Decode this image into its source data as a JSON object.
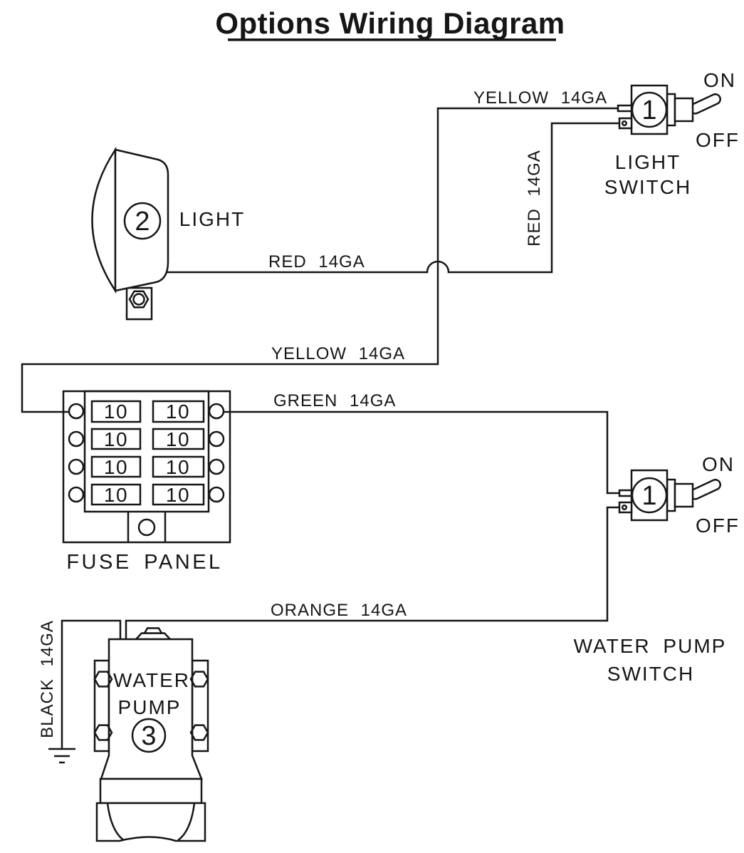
{
  "title": "Options Wiring Diagram",
  "light_switch": {
    "number": "1",
    "on_label": "ON",
    "off_label": "OFF",
    "name_line1": "LIGHT",
    "name_line2": "SWITCH"
  },
  "light": {
    "number": "2",
    "label": "LIGHT"
  },
  "fuse_panel": {
    "label": "FUSE PANEL",
    "fuses": [
      "10",
      "10",
      "10",
      "10",
      "10",
      "10",
      "10",
      "10"
    ]
  },
  "water_pump_switch": {
    "number": "1",
    "on_label": "ON",
    "off_label": "OFF",
    "name_line1": "WATER PUMP",
    "name_line2": "SWITCH"
  },
  "water_pump": {
    "number": "3",
    "name_line1": "WATER",
    "name_line2": "PUMP"
  },
  "wire_labels": {
    "yellow_switch": "YELLOW 14GA",
    "red_switch_vertical": "RED 14GA",
    "red_light": "RED 14GA",
    "yellow_fuse": "YELLOW 14GA",
    "green": "GREEN 14GA",
    "orange": "ORANGE 14GA",
    "black": "BLACK 14GA"
  }
}
